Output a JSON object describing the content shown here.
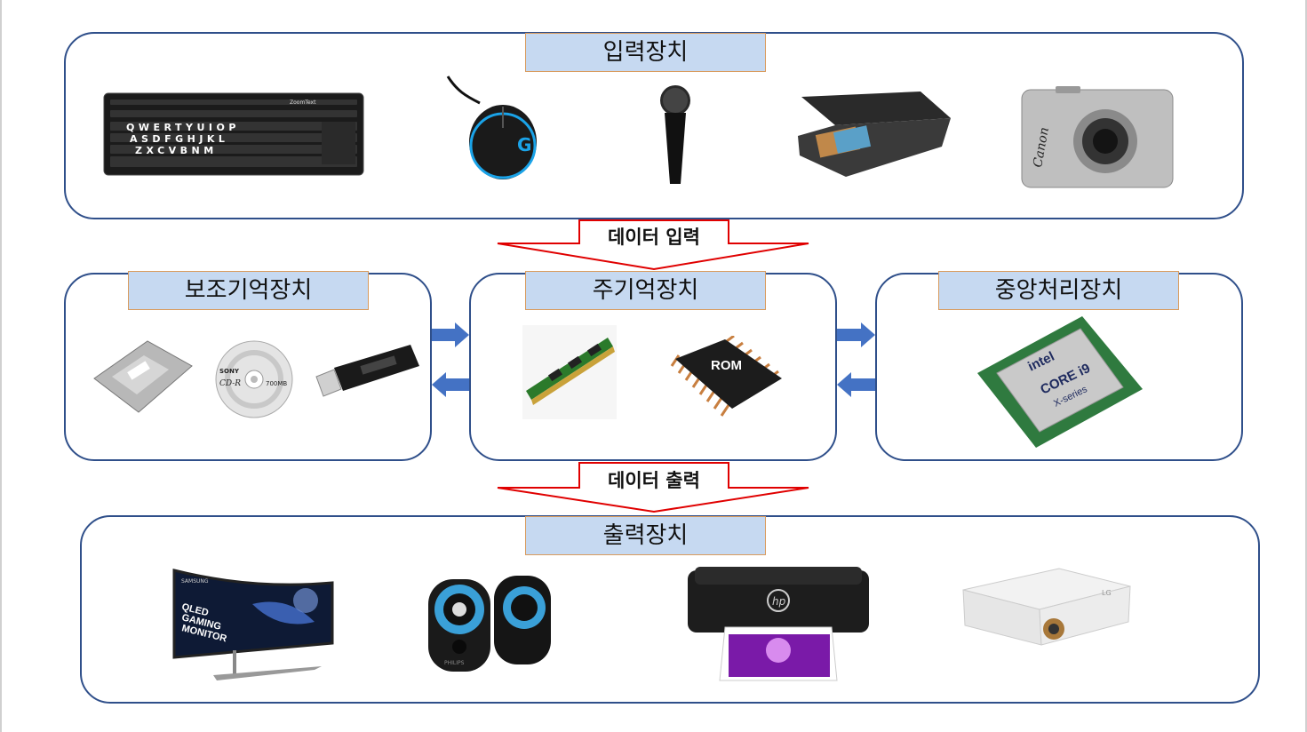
{
  "sections": {
    "input": {
      "title": "입력장치"
    },
    "secondary": {
      "title": "보조기억장치"
    },
    "main_memory": {
      "title": "주기억장치",
      "rom_chip_label": "ROM"
    },
    "cpu": {
      "title": "중앙처리장치",
      "chip_brand": "intel",
      "chip_model": "CORE i9",
      "chip_series": "X-series"
    },
    "output": {
      "title": "출력장치"
    }
  },
  "flows": {
    "data_in": "데이터 입력",
    "data_out": "데이터 출력"
  },
  "device_print": {
    "keyboard_brand": "ZoomText",
    "keyboard_keys_row1": "QWERTYUIOP",
    "keyboard_keys_row2": "ASDFGHJKL",
    "keyboard_keys_row3": "ZXCVBNM",
    "cd_brand": "SONY",
    "cd_type": "CD-R",
    "cd_capacity": "700MB",
    "camera_brand": "Canon",
    "monitor_brand": "SAMSUNG",
    "monitor_line1": "QLED",
    "monitor_line2": "GAMING",
    "monitor_line3": "MONITOR",
    "speaker_brand": "PHILIPS",
    "projector_brand": "LG"
  },
  "colors": {
    "box_border": "#2f4f8a",
    "label_fill": "#c6d9f1",
    "label_border": "#d99b5d",
    "flow_arrow": "#e00000",
    "side_arrow": "#4472c4"
  }
}
